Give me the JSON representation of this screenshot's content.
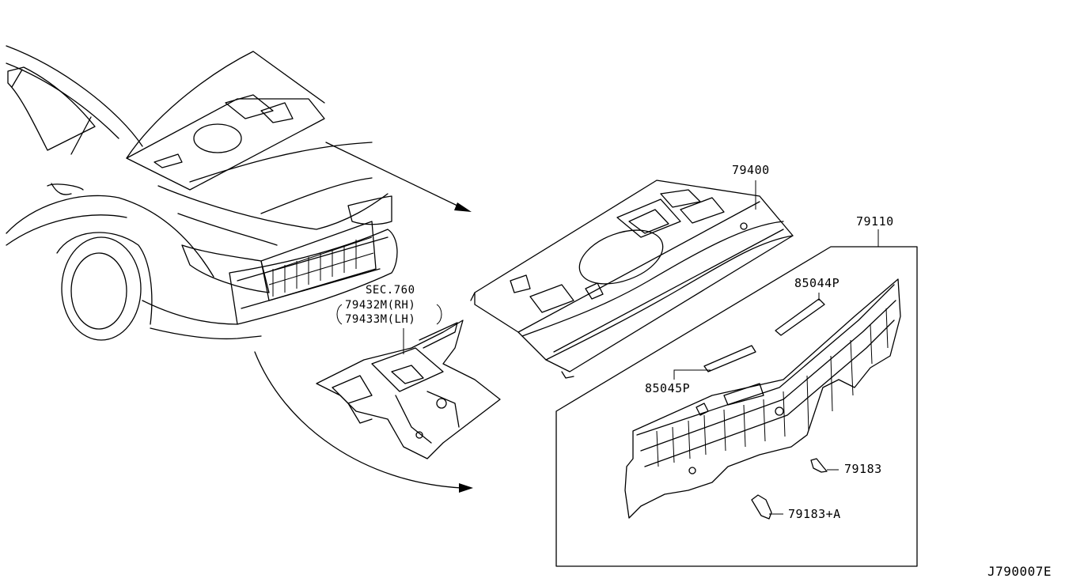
{
  "diagram": {
    "labels": {
      "part_79400": "79400",
      "part_79110": "79110",
      "part_85044P": "85044P",
      "part_85045P": "85045P",
      "part_79183": "79183",
      "part_79183A": "79183+A",
      "sec_760": "SEC.760",
      "part_79432M": "79432M(RH)",
      "part_79433M": "79433M(LH)",
      "drawing_id": "J790007E"
    }
  }
}
